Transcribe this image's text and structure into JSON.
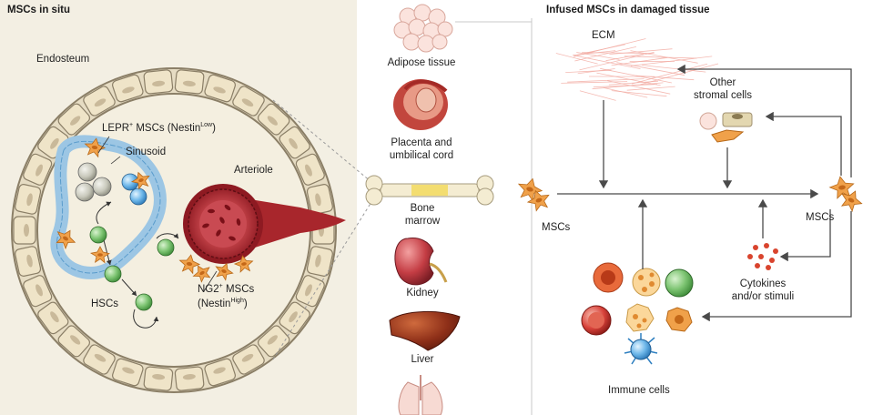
{
  "left_panel": {
    "title": "MSCs in situ",
    "endosteum": "Endosteum",
    "lepr": {
      "prefix": "LEPR",
      "sup": "+",
      "mid": " MSCs (Nestin",
      "sup2": "Low",
      "suffix": ")"
    },
    "sinusoid": "Sinusoid",
    "arteriole": "Arteriole",
    "hscs": "HSCs",
    "ng2_line1": {
      "prefix": "NG2",
      "sup": "+",
      "suffix": " MSCs"
    },
    "ng2_line2": {
      "prefix": "(Nestin",
      "sup": "High",
      "suffix": ")"
    }
  },
  "middle_panel": {
    "adipose": "Adipose tissue",
    "placenta_line1": "Placenta and",
    "placenta_line2": "umbilical cord",
    "bone_line1": "Bone",
    "bone_line2": "marrow",
    "kidney": "Kidney",
    "liver": "Liver"
  },
  "right_panel": {
    "title": "Infused MSCs in damaged tissue",
    "ecm": "ECM",
    "other_line1": "Other",
    "other_line2": "stromal cells",
    "mscs_left": "MSCs",
    "mscs_right": "MSCs",
    "cytokines_line1": "Cytokines",
    "cytokines_line2": "and/or stimuli",
    "immune": "Immune cells"
  },
  "colors": {
    "left_bg": "#f3efe3",
    "bone_wall": "#e3d8bf",
    "wall_cell": "#efe4c8",
    "wall_stroke": "#8b7f67",
    "sinusoid": "#bcd9ee",
    "hsc_green": "#76c26b",
    "artery_red": "#b3232b",
    "msc_orange": "#f0a14a",
    "arrow": "#4a4a4a"
  }
}
